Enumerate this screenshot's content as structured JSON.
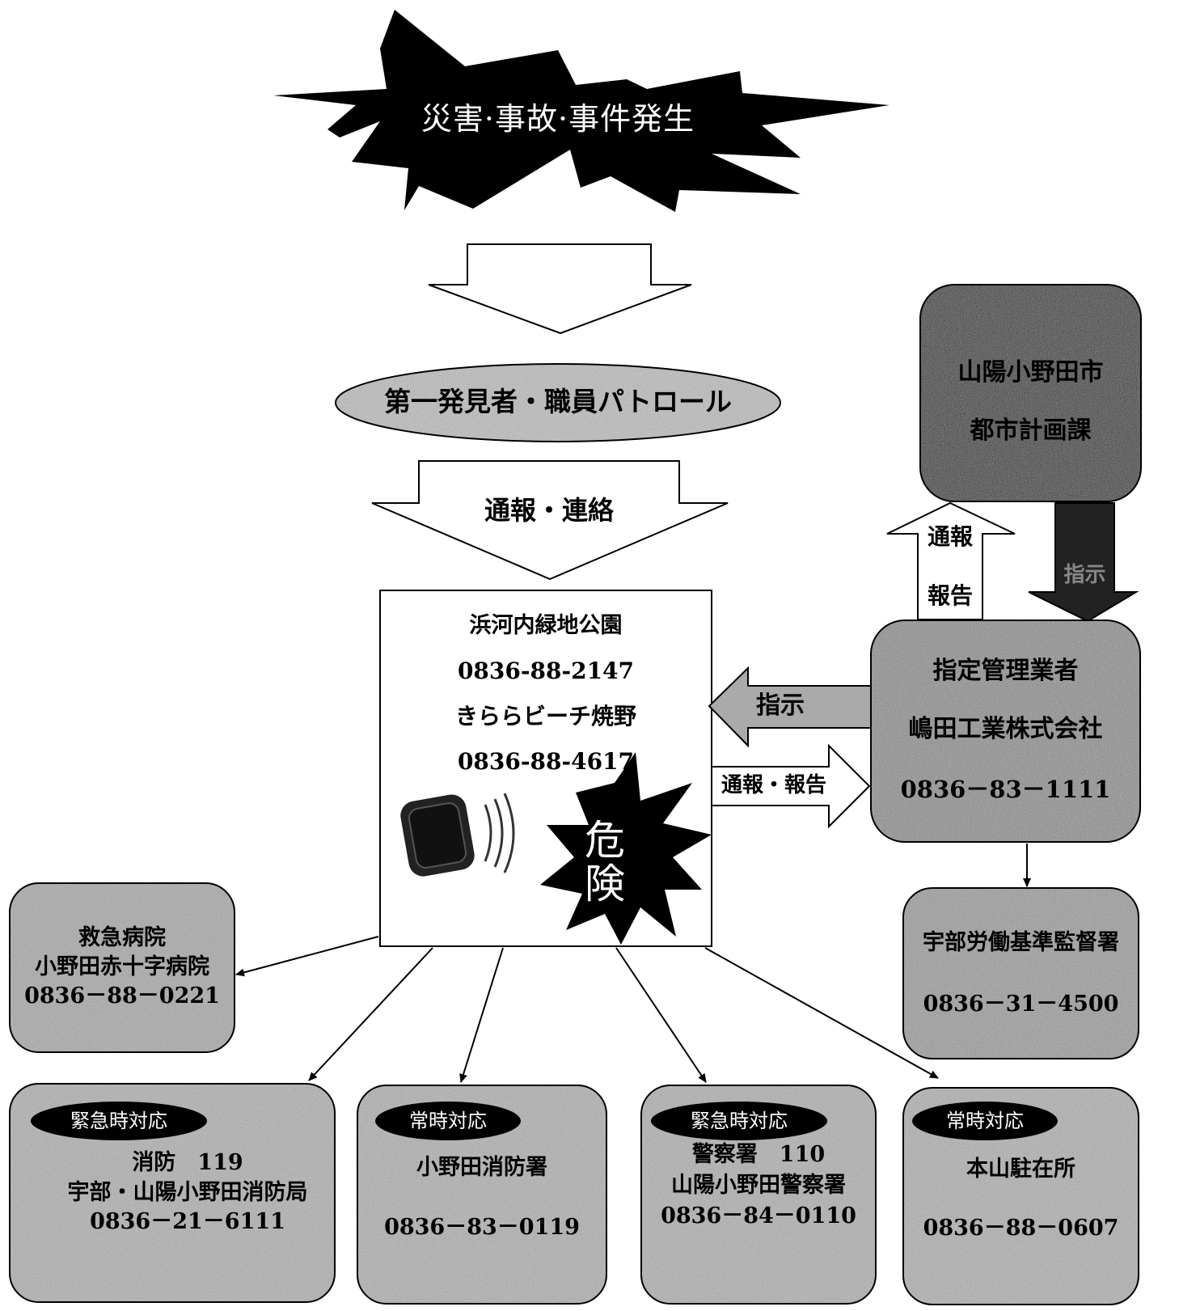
{
  "disaster": {
    "label": "災害·事故·事件発生"
  },
  "discoverer": {
    "label": "第一発見者・職員パトロール"
  },
  "report_arrow": {
    "label": "通報・連絡"
  },
  "park": {
    "name1": "浜河内緑地公園",
    "phone1": "0836-88-2147",
    "name2": "きららビーチ焼野",
    "phone2": "0836-88-4617",
    "danger_1": "危",
    "danger_2": "険"
  },
  "city": {
    "line1": "山陽小野田市",
    "line2": "都市計画課"
  },
  "city_arrows": {
    "up_line1": "通報",
    "up_line2": "報告",
    "down": "指示"
  },
  "manager": {
    "line1": "指定管理業者",
    "line2": "嶋田工業株式会社",
    "phone": "0836－83－1111"
  },
  "manager_arrows": {
    "instruct": "指示",
    "report": "通報・報告"
  },
  "labor": {
    "line1": "宇部労働基準監督署",
    "phone": "0836－31－4500"
  },
  "hospital": {
    "line1": "救急病院",
    "line2": "小野田赤十字病院",
    "phone": "0836－88－0221"
  },
  "fire_emergency": {
    "badge": "緊急時対応",
    "line1": "消防　119",
    "line2": "宇部・山陽小野田消防局",
    "phone": "0836－21－6111"
  },
  "fire_regular": {
    "badge": "常時対応",
    "line1": "小野田消防署",
    "phone": "0836－83－0119"
  },
  "police_emergency": {
    "badge": "緊急時対応",
    "line1": "警察署　110",
    "line2": "山陽小野田警察署",
    "phone": "0836－84－0110"
  },
  "police_regular": {
    "badge": "常時対応",
    "line1": "本山駐在所",
    "phone": "0836－88－0607"
  }
}
